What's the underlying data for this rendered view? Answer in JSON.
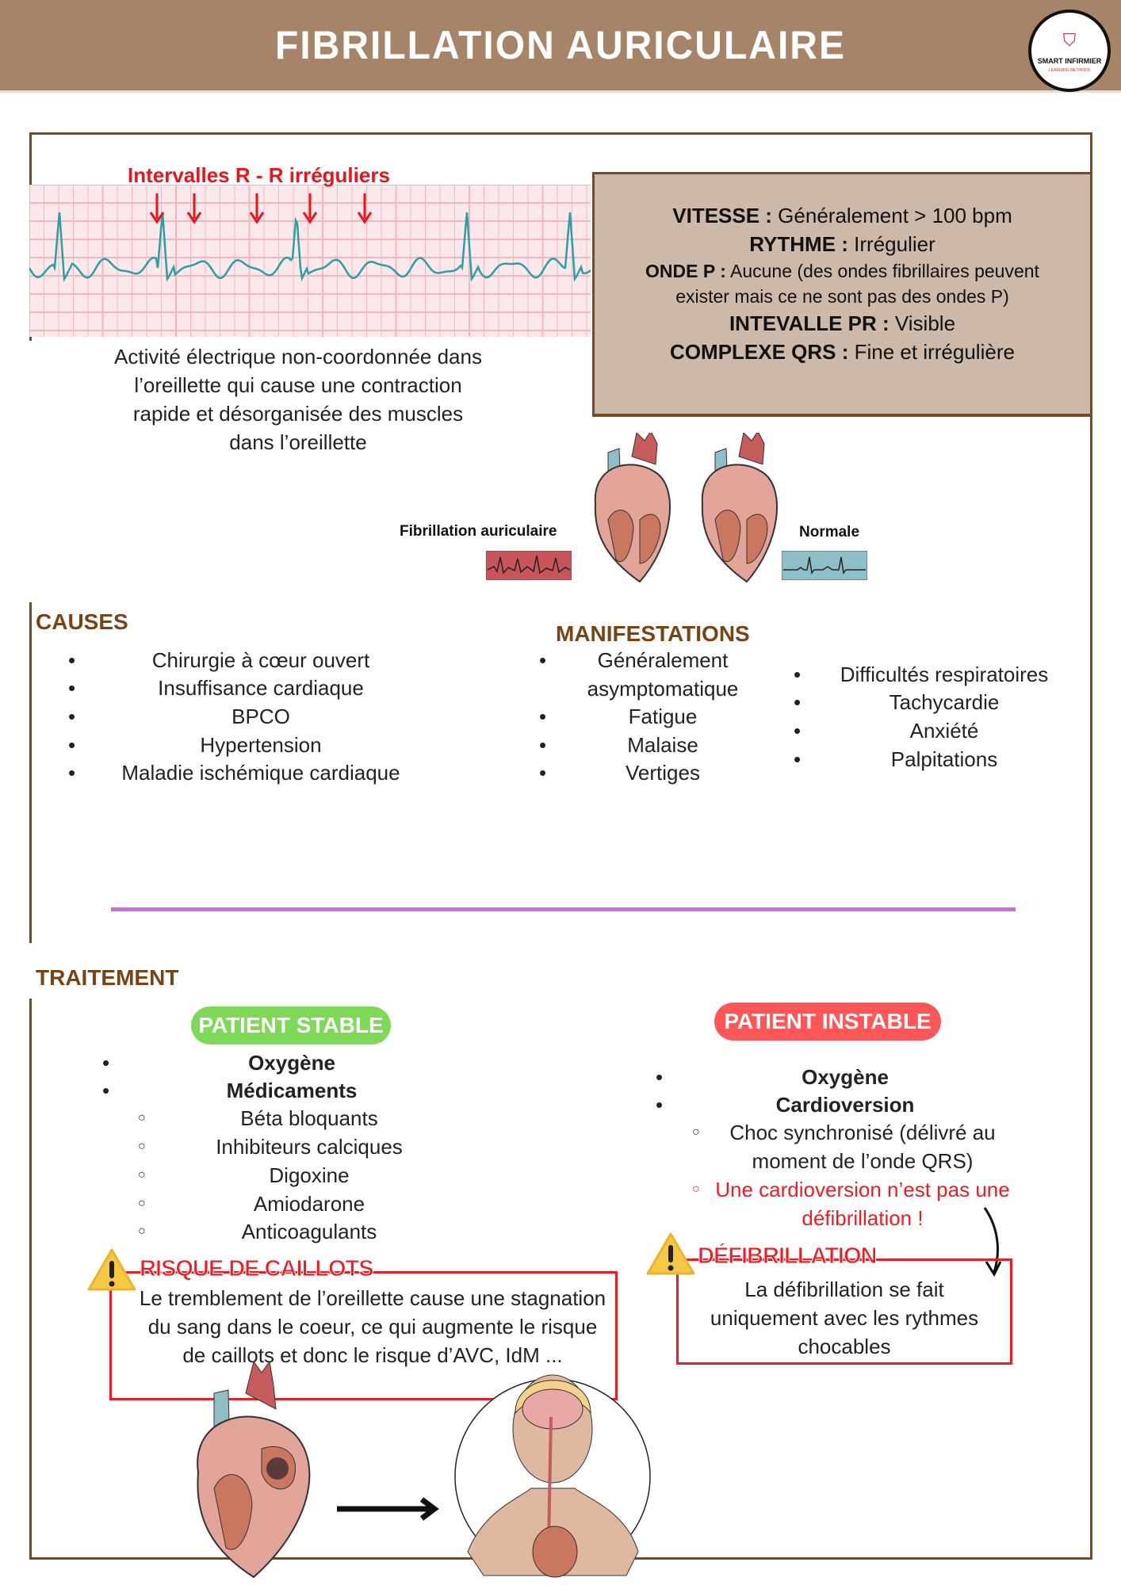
{
  "header": {
    "title": "FIBRILLATION AURICULAIRE",
    "logo_text": "SMART INFIRMIER",
    "logo_subtext": "LEARNING METHODS"
  },
  "ecg": {
    "label": "Intervalles R - R irréguliers"
  },
  "info": {
    "vitesse_label": "VITESSE :",
    "vitesse_value": " Généralement > 100 bpm",
    "rythme_label": "RYTHME :",
    "rythme_value": " Irrégulier",
    "onde_p_label": "ONDE P :",
    "onde_p_value": " Aucune (des ondes fibrillaires peuvent exister mais ce ne sont pas des ondes P)",
    "pr_label": "INTEVALLE PR :",
    "pr_value": " Visible",
    "qrs_label": "COMPLEXE QRS :",
    "qrs_value": " Fine et irrégulière"
  },
  "description": "Activité électrique non-coordonnée dans l’oreillette qui cause une contraction rapide et désorganisée des muscles dans l’oreillette",
  "hearts": {
    "label_af": "Fibrillation auriculaire",
    "label_normal": "Normale"
  },
  "causes": {
    "title": "CAUSES",
    "items": [
      "Chirurgie à cœur ouvert",
      "Insuffisance cardiaque",
      "BPCO",
      "Hypertension",
      "Maladie ischémique cardiaque"
    ]
  },
  "manifestations": {
    "title": "MANIFESTATIONS",
    "col1": [
      "Généralement asymptomatique",
      "Fatigue",
      "Malaise",
      "Vertiges"
    ],
    "col2": [
      "Difficultés respiratoires",
      "Tachycardie",
      "Anxiété",
      "Palpitations"
    ]
  },
  "traitement": {
    "title": "TRAITEMENT",
    "stable": {
      "label": "PATIENT STABLE",
      "items": [
        "Oxygène",
        "Médicaments"
      ],
      "sub": [
        "Béta bloquants",
        "Inhibiteurs calciques",
        "Digoxine",
        "Amiodarone",
        "Anticoagulants"
      ]
    },
    "instable": {
      "label": "PATIENT INSTABLE",
      "items": [
        "Oxygène",
        "Cardioversion"
      ],
      "sub1": "Choc synchronisé (délivré au moment de l’onde QRS)",
      "sub2": "Une cardioversion n’est pas une défibrillation !"
    },
    "risque": {
      "title": "RISQUE DE CAILLOTS",
      "text": "Le tremblement de l’oreillette cause une stagnation du sang dans le coeur, ce qui augmente le risque de caillots et donc le risque d’AVC, IdM ..."
    },
    "defib": {
      "title": "DÉFIBRILLATION",
      "text": "La défibrillation se fait uniquement avec les rythmes chocables"
    }
  },
  "colors": {
    "header": "#a68467",
    "frame": "#7a4a1e",
    "heading": "#7a4314",
    "stable": "#7ed957",
    "instable": "#ff5757",
    "alert": "#ee1d23",
    "divider": "#cb6ce6",
    "infobox": "#cdb9a9"
  }
}
